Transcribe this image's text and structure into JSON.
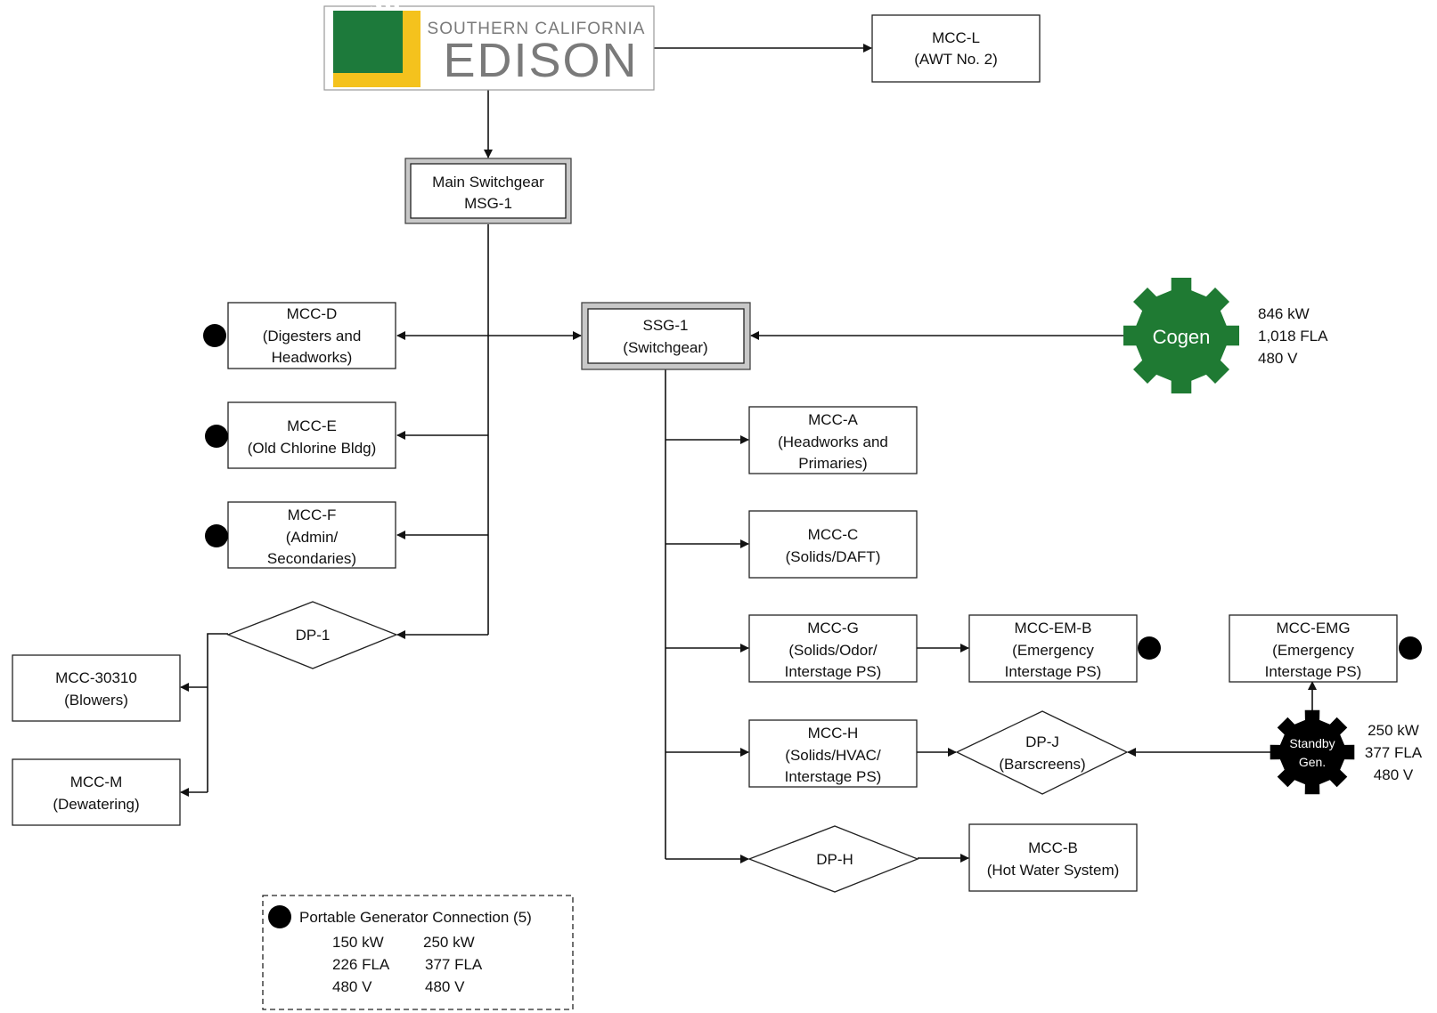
{
  "logo": {
    "line1": "SOUTHERN CALIFORNIA",
    "line2": "EDISON",
    "colors": {
      "sun": "#f4c21d",
      "frame": "#1d7a3b",
      "text": "#7a7a7a"
    }
  },
  "nodes": {
    "mcc_l": {
      "l1": "MCC-L",
      "l2": "(AWT No. 2)"
    },
    "msg1": {
      "l1": "Main Switchgear",
      "l2": "MSG-1"
    },
    "mcc_d": {
      "l1": "MCC-D",
      "l2": "(Digesters and",
      "l3": "Headworks)"
    },
    "ssg1": {
      "l1": "SSG-1",
      "l2": "(Switchgear)"
    },
    "cogen": {
      "label": "Cogen",
      "kw": "846 kW",
      "fla": "1,018 FLA",
      "v": "480 V",
      "color": "#1f7a33"
    },
    "mcc_e": {
      "l1": "MCC-E",
      "l2": "(Old Chlorine Bldg)"
    },
    "mcc_f": {
      "l1": "MCC-F",
      "l2": "(Admin/",
      "l3": "Secondaries)"
    },
    "dp1": {
      "label": "DP-1"
    },
    "mcc_30310": {
      "l1": "MCC-30310",
      "l2": "(Blowers)"
    },
    "mcc_m": {
      "l1": "MCC-M",
      "l2": "(Dewatering)"
    },
    "mcc_a": {
      "l1": "MCC-A",
      "l2": "(Headworks and",
      "l3": "Primaries)"
    },
    "mcc_c": {
      "l1": "MCC-C",
      "l2": "(Solids/DAFT)"
    },
    "mcc_g": {
      "l1": "MCC-G",
      "l2": "(Solids/Odor/",
      "l3": "Interstage PS)"
    },
    "mcc_em_b": {
      "l1": "MCC-EM-B",
      "l2": "(Emergency",
      "l3": "Interstage PS)"
    },
    "mcc_emg": {
      "l1": "MCC-EMG",
      "l2": "(Emergency",
      "l3": "Interstage PS)"
    },
    "mcc_h": {
      "l1": "MCC-H",
      "l2": "(Solids/HVAC/",
      "l3": "Interstage PS)"
    },
    "dp_j": {
      "l1": "DP-J",
      "l2": "(Barscreens)"
    },
    "standby": {
      "l1": "Standby",
      "l2": "Gen.",
      "kw": "250 kW",
      "fla": "377 FLA",
      "v": "480 V",
      "color": "#000000"
    },
    "dp_h": {
      "label": "DP-H"
    },
    "mcc_b": {
      "l1": "MCC-B",
      "l2": "(Hot Water System)"
    }
  },
  "legend": {
    "title": "Portable Generator Connection (5)",
    "col1": {
      "kw": "150 kW",
      "fla": "226 FLA",
      "v": "480 V"
    },
    "col2": {
      "kw": "250 kW",
      "fla": "377 FLA",
      "v": "480 V"
    }
  }
}
